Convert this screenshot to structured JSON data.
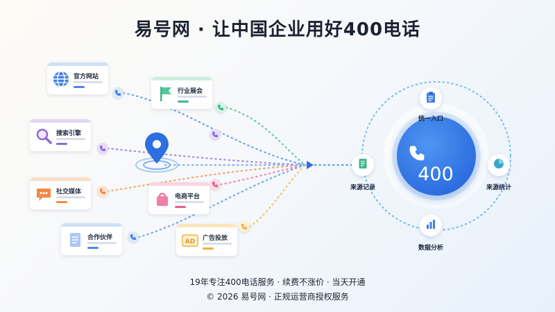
{
  "title": "易号网 · 让中国企业用好400电话",
  "sources": [
    {
      "label": "官方网站",
      "icon": "globe-icon",
      "accent": "#4a86e8"
    },
    {
      "label": "行业展会",
      "icon": "flag-icon",
      "accent": "#3fb68b"
    },
    {
      "label": "搜索引擎",
      "icon": "magnifier-icon",
      "accent": "#8e6ad6"
    },
    {
      "label": "社交媒体",
      "icon": "chat-bubble-icon",
      "accent": "#f0894a"
    },
    {
      "label": "电商平台",
      "icon": "shopping-bag-icon",
      "accent": "#ec5d8a"
    },
    {
      "label": "合作伙伴",
      "icon": "document-icon",
      "accent": "#4a86e8"
    },
    {
      "label": "广告投放",
      "icon": "ad-icon",
      "accent": "#f0b23c"
    }
  ],
  "hub": {
    "center_number": "400",
    "nodes": [
      {
        "label": "统一入口",
        "icon": "clipboard-icon"
      },
      {
        "label": "来源统计",
        "icon": "pie-chart-icon"
      },
      {
        "label": "数据分析",
        "icon": "bar-chart-icon"
      },
      {
        "label": "来源记录",
        "icon": "record-icon"
      }
    ]
  },
  "footer": {
    "line1": "19年专注400电话服务 · 续费不涨价 · 当天开通",
    "line2": "© 2026 易号网 · 正规运营商授权服务"
  },
  "colors": {
    "brand_blue": "#2d6fe0",
    "background": "#f6f8fb"
  }
}
